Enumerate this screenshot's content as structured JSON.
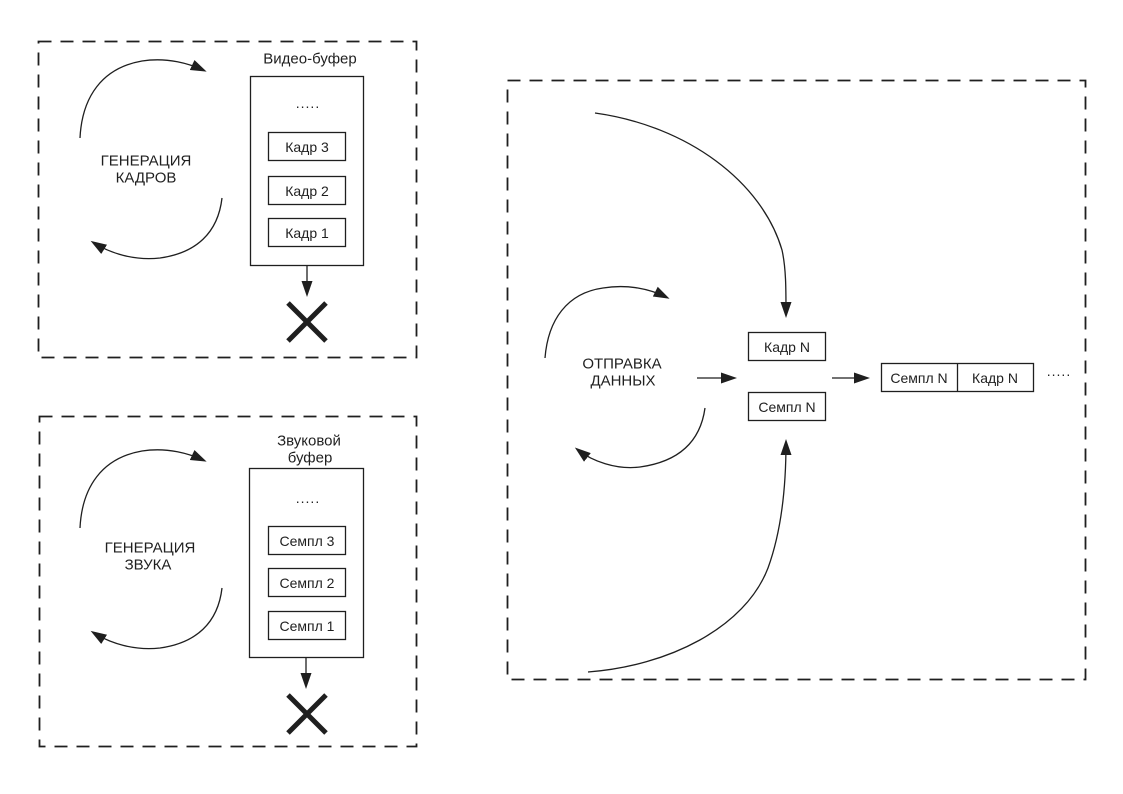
{
  "colors": {
    "background": "#ffffff",
    "ink": "#1f1f1f"
  },
  "panels": {
    "frame_generation": {
      "cycle_label": {
        "line1": "ГЕНЕРАЦИЯ",
        "line2": "КАДРОВ"
      },
      "buffer": {
        "title": "Видео-буфер",
        "ellipsis": ".....",
        "items": [
          "Кадр 3",
          "Кадр 2",
          "Кадр 1"
        ]
      }
    },
    "sound_generation": {
      "cycle_label": {
        "line1": "ГЕНЕРАЦИЯ",
        "line2": "ЗВУКА"
      },
      "buffer": {
        "title_line1": "Звуковой",
        "title_line2": "буфер",
        "ellipsis": ".....",
        "items": [
          "Семпл 3",
          "Семпл 2",
          "Семпл 1"
        ]
      }
    },
    "data_sending": {
      "cycle_label": {
        "line1": "ОТПРАВКА",
        "line2": "ДАННЫХ"
      },
      "frame_box_label": "Кадр N",
      "sample_box_label": "Семпл N",
      "packet": {
        "cells": [
          "Семпл N",
          "Кадр N"
        ],
        "ellipsis": "....."
      }
    }
  }
}
